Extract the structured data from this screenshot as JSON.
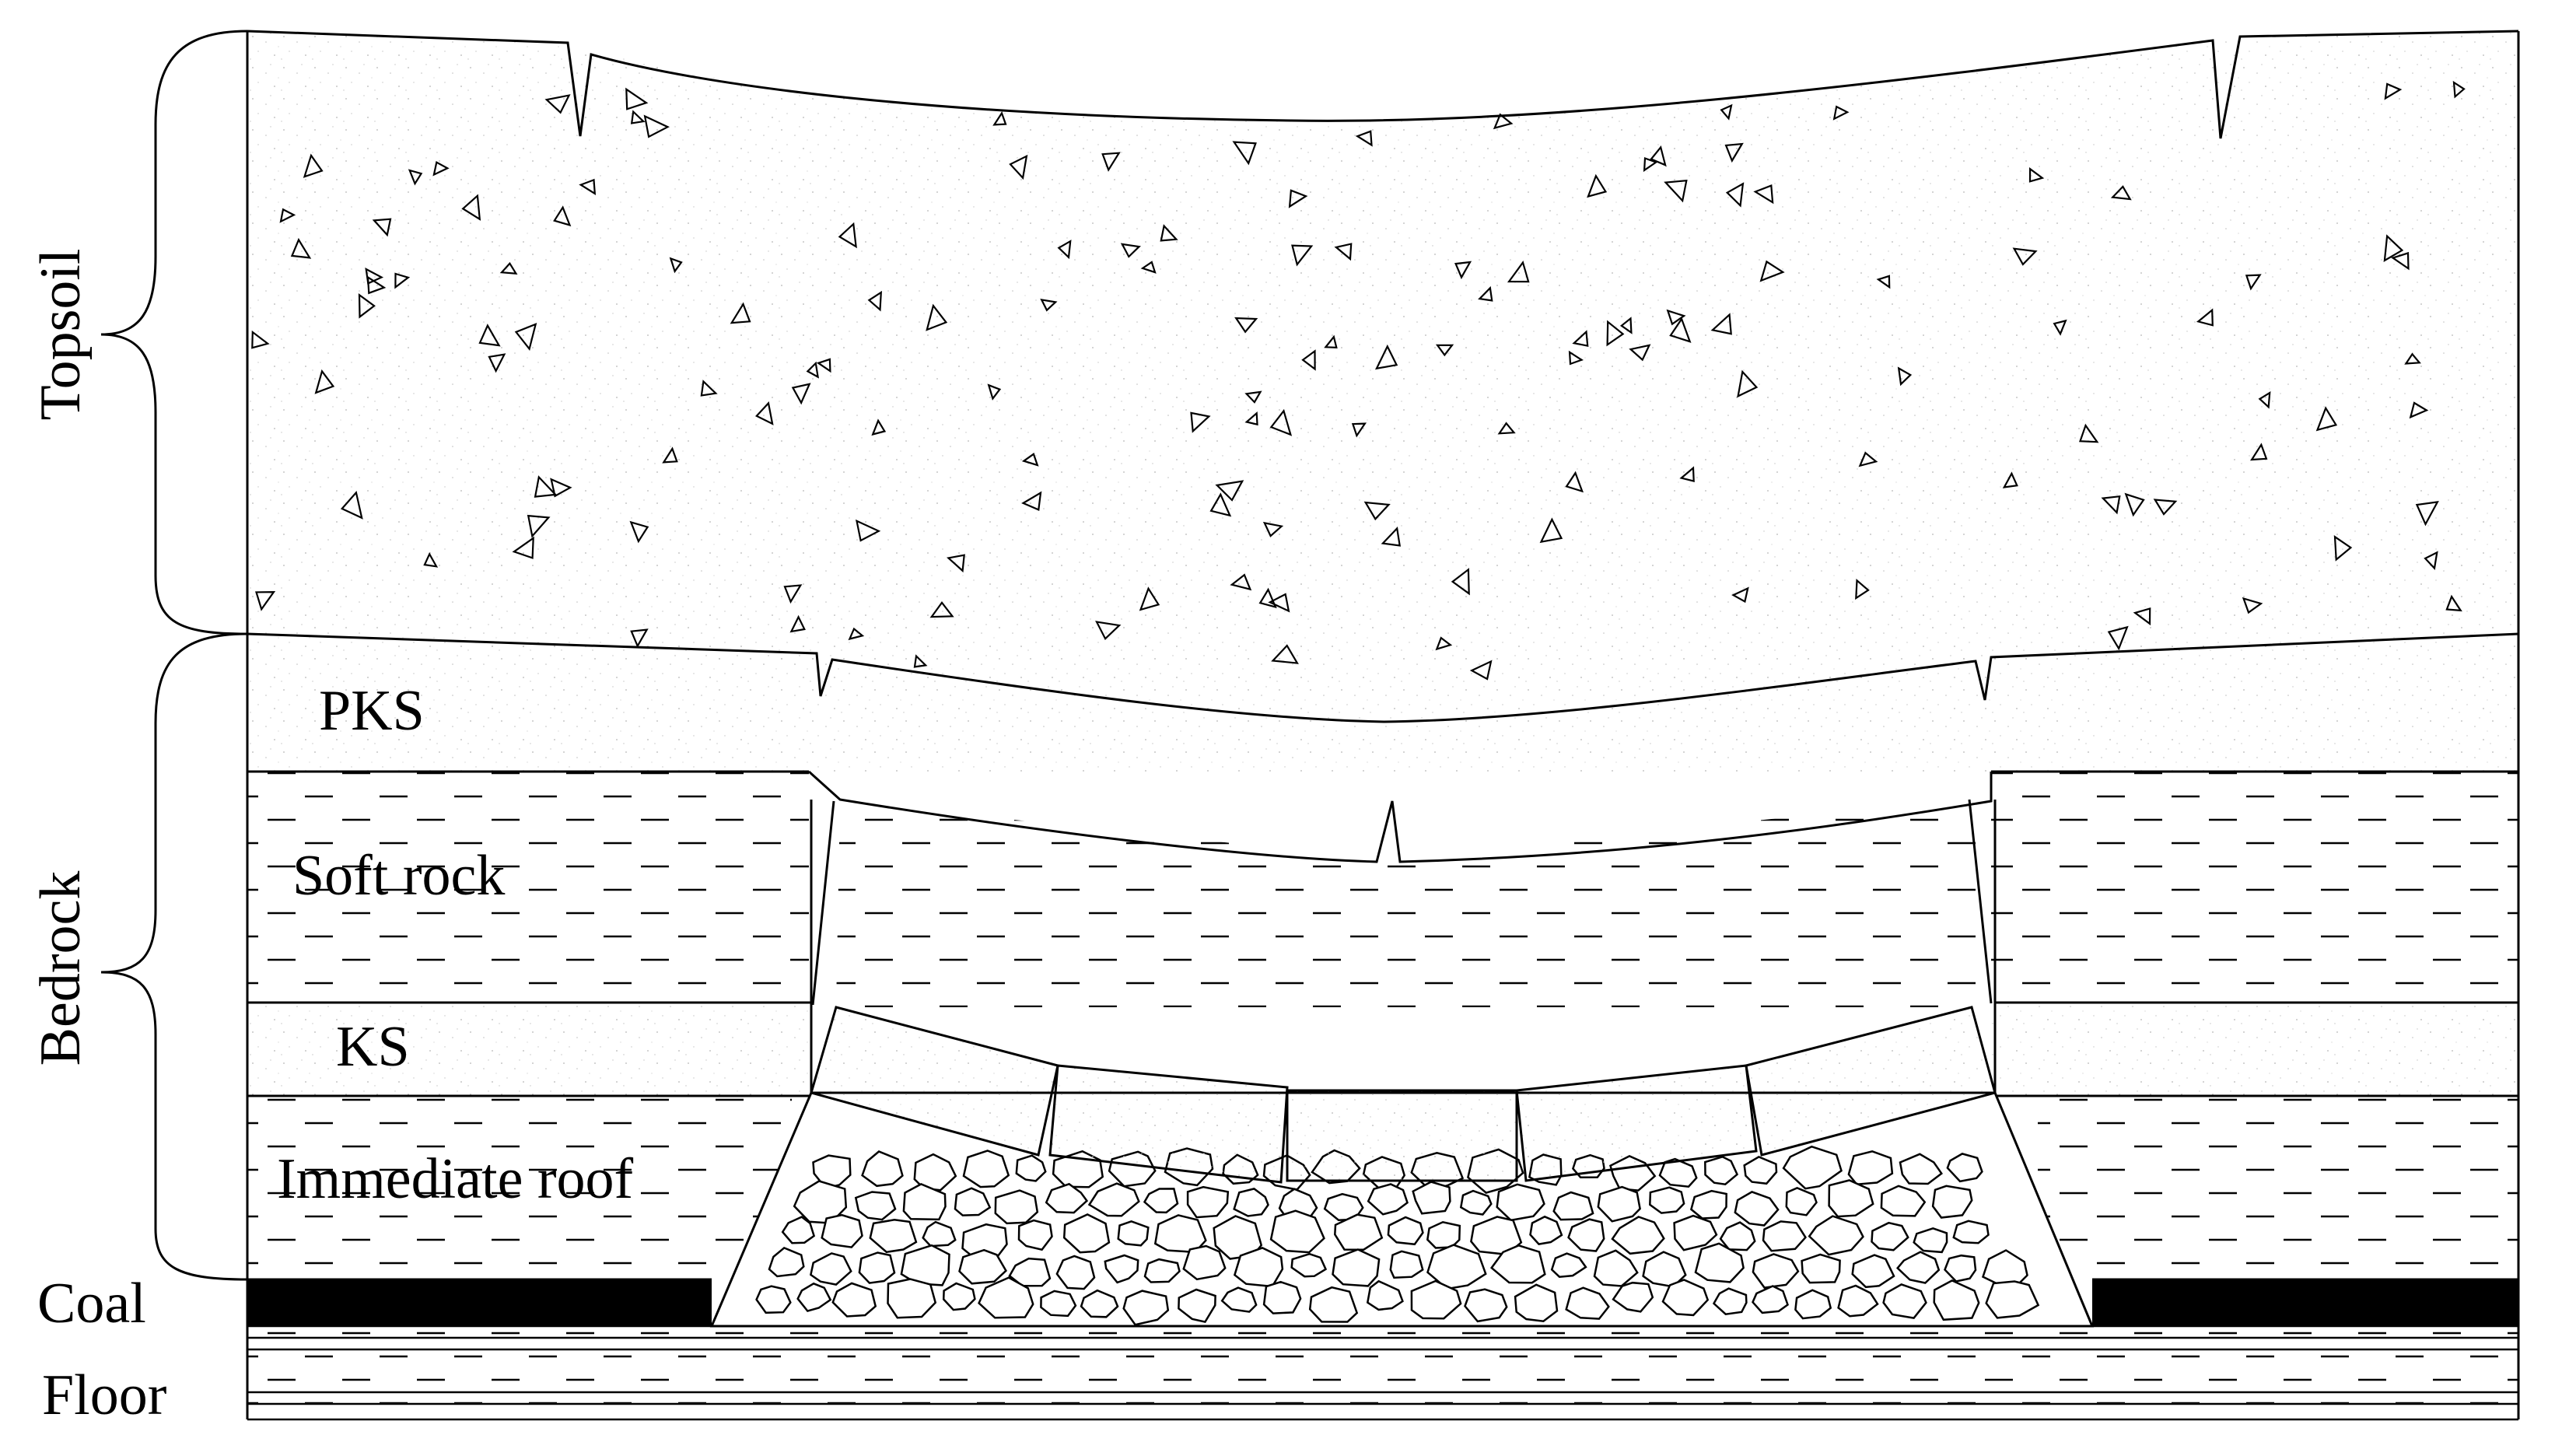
{
  "diagram": {
    "groups": {
      "topsoil": "Topsoil",
      "bedrock": "Bedrock"
    },
    "layers": {
      "pks": "PKS",
      "soft_rock": "Soft rock",
      "ks": "KS",
      "immediate_roof": "Immediate roof",
      "coal": "Coal",
      "floor": "Floor"
    }
  }
}
